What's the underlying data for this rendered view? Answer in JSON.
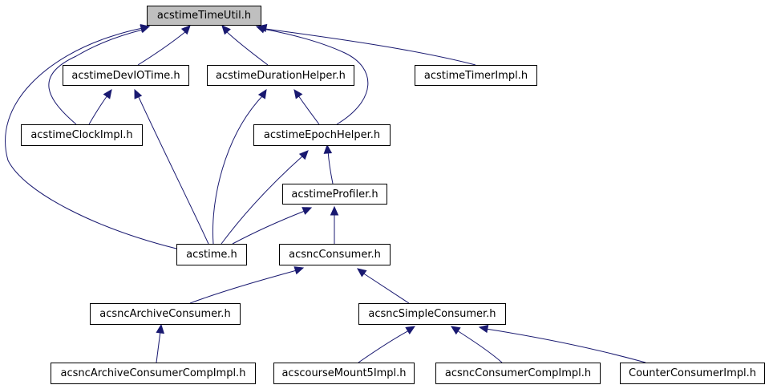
{
  "diagram": {
    "nodes": {
      "acstimeTimeUtil": {
        "label": "acstimeTimeUtil.h"
      },
      "acstimeDevIOTime": {
        "label": "acstimeDevIOTime.h"
      },
      "acstimeDurationHelper": {
        "label": "acstimeDurationHelper.h"
      },
      "acstimeTimerImpl": {
        "label": "acstimeTimerImpl.h"
      },
      "acstimeClockImpl": {
        "label": "acstimeClockImpl.h"
      },
      "acstimeEpochHelper": {
        "label": "acstimeEpochHelper.h"
      },
      "acstimeProfiler": {
        "label": "acstimeProfiler.h"
      },
      "acstime": {
        "label": "acstime.h"
      },
      "acsncConsumer": {
        "label": "acsncConsumer.h"
      },
      "acsncArchiveConsumer": {
        "label": "acsncArchiveConsumer.h"
      },
      "acsncSimpleConsumer": {
        "label": "acsncSimpleConsumer.h"
      },
      "acsncArchiveConsumerCompImpl": {
        "label": "acsncArchiveConsumerCompImpl.h"
      },
      "acscourseMount5Impl": {
        "label": "acscourseMount5Impl.h"
      },
      "acsncConsumerCompImpl": {
        "label": "acsncConsumerCompImpl.h"
      },
      "CounterConsumerImpl": {
        "label": "CounterConsumerImpl.h"
      }
    },
    "edges": [
      {
        "from": "acstimeDevIOTime",
        "to": "acstimeTimeUtil"
      },
      {
        "from": "acstimeDurationHelper",
        "to": "acstimeTimeUtil"
      },
      {
        "from": "acstimeTimerImpl",
        "to": "acstimeTimeUtil"
      },
      {
        "from": "acstimeClockImpl",
        "to": "acstimeTimeUtil"
      },
      {
        "from": "acstimeEpochHelper",
        "to": "acstimeTimeUtil"
      },
      {
        "from": "acstime",
        "to": "acstimeTimeUtil"
      },
      {
        "from": "acstimeClockImpl",
        "to": "acstimeDevIOTime"
      },
      {
        "from": "acstime",
        "to": "acstimeDevIOTime"
      },
      {
        "from": "acstimeEpochHelper",
        "to": "acstimeDurationHelper"
      },
      {
        "from": "acstime",
        "to": "acstimeDurationHelper"
      },
      {
        "from": "acstimeProfiler",
        "to": "acstimeEpochHelper"
      },
      {
        "from": "acstime",
        "to": "acstimeEpochHelper"
      },
      {
        "from": "acstime",
        "to": "acstimeProfiler"
      },
      {
        "from": "acsncConsumer",
        "to": "acstimeProfiler"
      },
      {
        "from": "acsncArchiveConsumer",
        "to": "acsncConsumer"
      },
      {
        "from": "acsncSimpleConsumer",
        "to": "acsncConsumer"
      },
      {
        "from": "acsncArchiveConsumerCompImpl",
        "to": "acsncArchiveConsumer"
      },
      {
        "from": "acscourseMount5Impl",
        "to": "acsncSimpleConsumer"
      },
      {
        "from": "acsncConsumerCompImpl",
        "to": "acsncSimpleConsumer"
      },
      {
        "from": "CounterConsumerImpl",
        "to": "acsncSimpleConsumer"
      }
    ],
    "colors": {
      "edge": "#191970",
      "root_fill": "#bfbfbf",
      "node_fill": "#ffffff",
      "node_border": "#000000"
    }
  }
}
